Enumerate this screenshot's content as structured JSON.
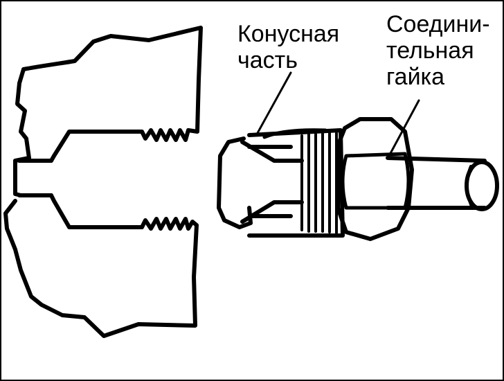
{
  "labels": {
    "cone": [
      "Конусная",
      "часть"
    ],
    "nut": [
      "Соедини-",
      "тельная",
      "гайка"
    ]
  },
  "colors": {
    "line": "#000000",
    "background": "#ffffff"
  }
}
